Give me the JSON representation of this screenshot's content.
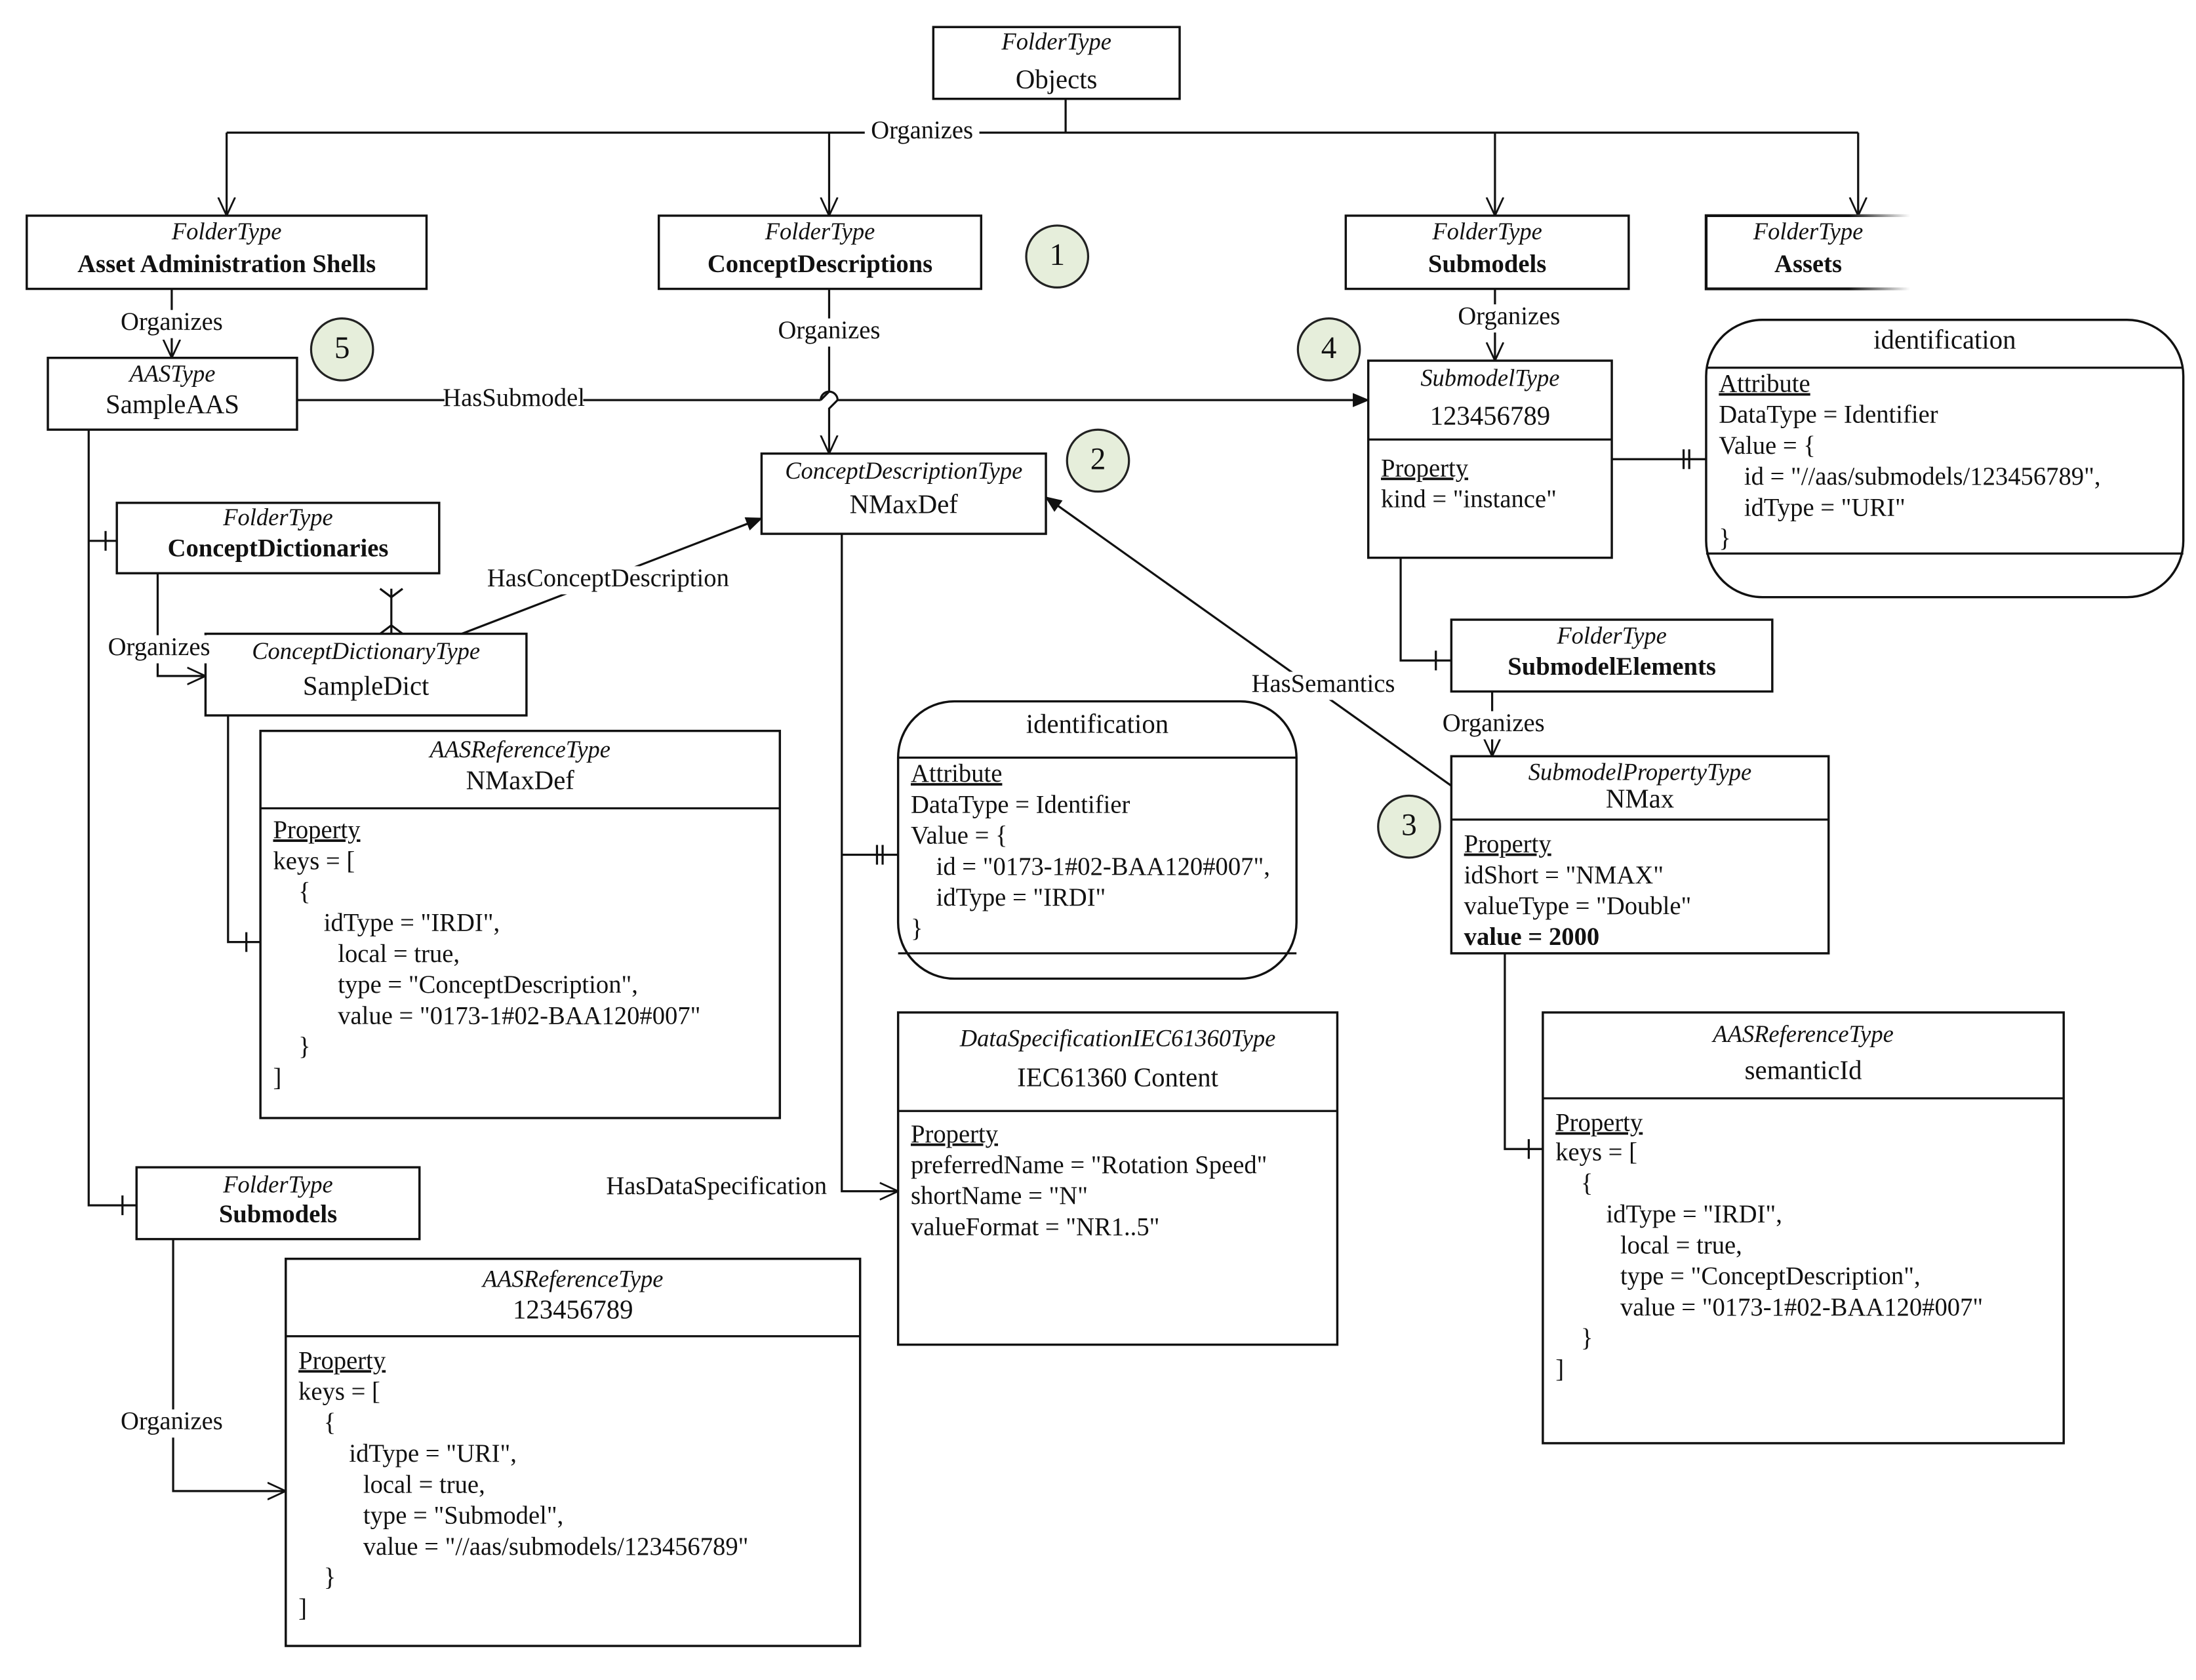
{
  "colors": {
    "marker_fill": "#e6eedb",
    "line": "#111111"
  },
  "nodes": {
    "objects": {
      "type": "FolderType",
      "name": "Objects"
    },
    "aas_folder": {
      "type": "FolderType",
      "name": "Asset Administration Shells"
    },
    "cd_folder": {
      "type": "FolderType",
      "name": "ConceptDescriptions"
    },
    "sm_folder": {
      "type": "FolderType",
      "name": "Submodels"
    },
    "assets_folder": {
      "type": "FolderType",
      "name": "Assets"
    },
    "sample_aas": {
      "type": "AASType",
      "name": "SampleAAS"
    },
    "submodel": {
      "type": "SubmodelType",
      "name": "123456789",
      "section": "Property",
      "lines": [
        "kind = \"instance\""
      ]
    },
    "sm_ident": {
      "name": "identification",
      "section": "Attribute",
      "lines": [
        "DataType = Identifier",
        "Value = {",
        "id = \"//aas/submodels/123456789\",",
        "idType = \"URI\"",
        "}"
      ]
    },
    "cd_nmax": {
      "type": "ConceptDescriptionType",
      "name": "NMaxDef"
    },
    "concept_dicts": {
      "type": "FolderType",
      "name": "ConceptDictionaries"
    },
    "sample_dict": {
      "type": "ConceptDictionaryType",
      "name": "SampleDict"
    },
    "ref_nmaxdef": {
      "type": "AASReferenceType",
      "name": "NMaxDef",
      "section": "Property",
      "lines": [
        "keys = [",
        "{",
        "idType = \"IRDI\",",
        "local = true,",
        "type = \"ConceptDescription\",",
        "value = \"0173-1#02-BAA120#007\"",
        "}",
        "]"
      ]
    },
    "cd_ident": {
      "name": "identification",
      "section": "Attribute",
      "lines": [
        "DataType = Identifier",
        "Value = {",
        "id = \"0173-1#02-BAA120#007\",",
        "idType = \"IRDI\"",
        "}"
      ]
    },
    "sm_elements": {
      "type": "FolderType",
      "name": "SubmodelElements"
    },
    "nmax": {
      "type": "SubmodelPropertyType",
      "name": "NMax",
      "section": "Property",
      "lines": [
        "idShort = \"NMAX\"",
        "valueType = \"Double\"",
        "value = 2000"
      ]
    },
    "ds_iec": {
      "type": "DataSpecificationIEC61360Type",
      "name": "IEC61360 Content",
      "section": "Property",
      "lines": [
        "preferredName = \"Rotation Speed\"",
        "shortName = \"N\"",
        "valueFormat = \"NR1..5\""
      ]
    },
    "semantic_id": {
      "type": "AASReferenceType",
      "name": "semanticId",
      "section": "Property",
      "lines": [
        "keys = [",
        "{",
        "idType = \"IRDI\",",
        "local = true,",
        "type = \"ConceptDescription\",",
        "value = \"0173-1#02-BAA120#007\"",
        "}",
        "]"
      ]
    },
    "aas_submodels": {
      "type": "FolderType",
      "name": "Submodels"
    },
    "ref_sm": {
      "type": "AASReferenceType",
      "name": "123456789",
      "section": "Property",
      "lines": [
        "keys = [",
        "{",
        "idType = \"URI\",",
        "local = true,",
        "type = \"Submodel\",",
        "value = \"//aas/submodels/123456789\"",
        "}",
        "]"
      ]
    }
  },
  "edges": {
    "objects_organizes": "Organizes",
    "aas_organizes": "Organizes",
    "cd_organizes": "Organizes",
    "sm_organizes": "Organizes",
    "has_submodel": "HasSubmodel",
    "dict_organizes": "Organizes",
    "has_concept_description": "HasConceptDescription",
    "has_semantics": "HasSemantics",
    "sme_organizes": "Organizes",
    "has_data_specification": "HasDataSpecification",
    "aas_sm_organizes": "Organizes"
  },
  "markers": [
    "1",
    "2",
    "3",
    "4",
    "5"
  ]
}
